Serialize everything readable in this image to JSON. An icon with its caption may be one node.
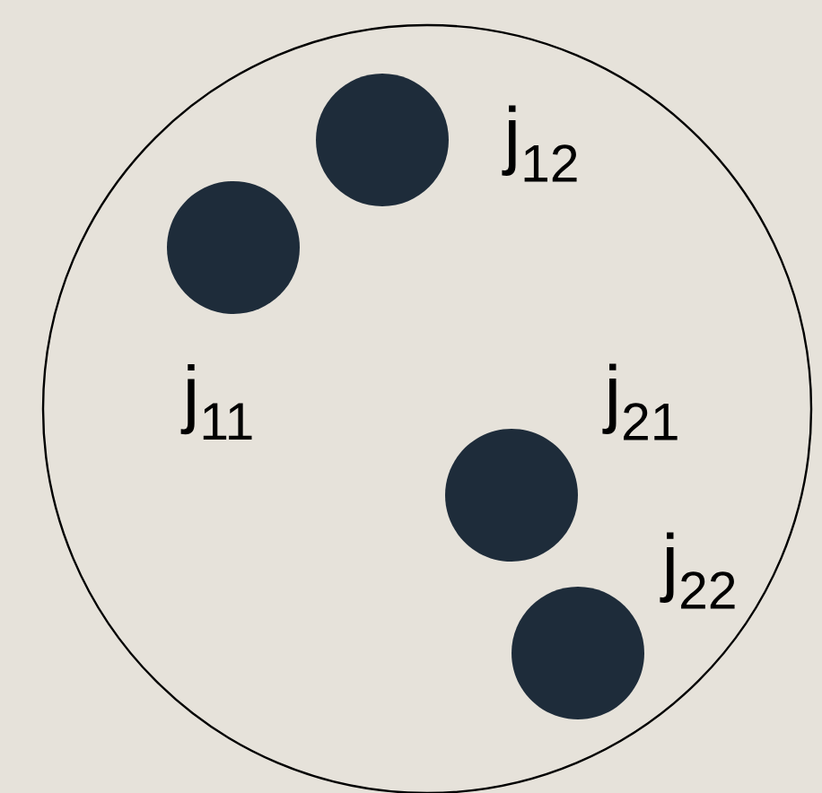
{
  "diagram": {
    "nodes": [
      {
        "text": [],
        "shape": "circle"
      },
      {
        "text": [],
        "shape": "circle",
        "in": 0,
        "beside": [
          "j$_{12}$"
        ]
      },
      {
        "text": [],
        "shape": "circle",
        "in": 0,
        "beside": [
          "j$_{11}$"
        ]
      },
      {
        "text": [],
        "shape": "circle",
        "in": 0,
        "beside": [
          "j$_{21}$"
        ]
      },
      {
        "text": [],
        "shape": "circle",
        "in": 0,
        "beside": [
          "j$_{22}$"
        ]
      }
    ]
  }
}
